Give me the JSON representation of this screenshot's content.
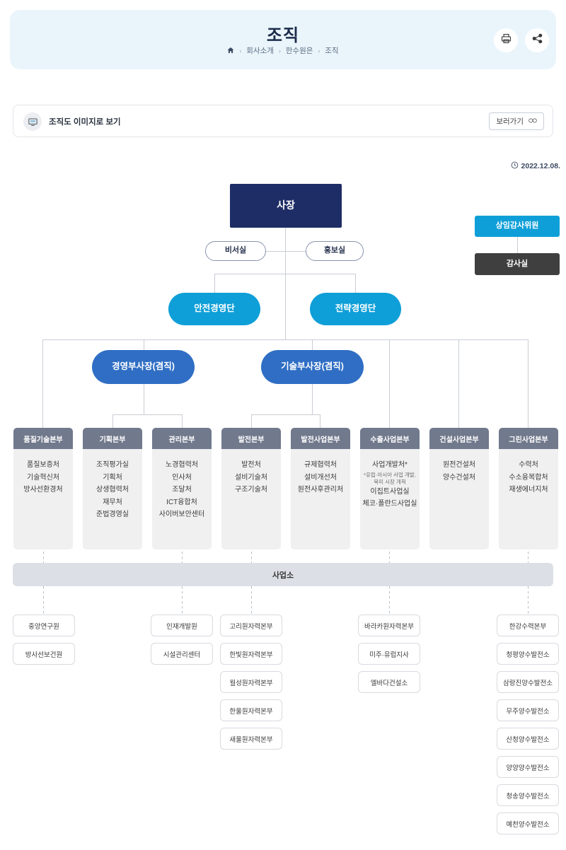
{
  "header": {
    "title": "조직",
    "breadcrumb": [
      "회사소개",
      "한수원은",
      "조직"
    ],
    "home_icon": "home-icon",
    "print_icon": "print-icon",
    "share_icon": "share-icon"
  },
  "viewbar": {
    "icon": "monitor-icon",
    "label": "조직도 이미지로 보기",
    "button_label": "보러가기",
    "button_icon": "link-icon"
  },
  "updated": {
    "icon": "clock-icon",
    "date": "2022.12.08."
  },
  "chart_data": {
    "type": "diagram",
    "title": "조직도",
    "ceo": "사장",
    "staff_offices": [
      "비서실",
      "홍보실"
    ],
    "directorates": [
      "안전경영단",
      "전략경영단"
    ],
    "vice_presidents": [
      "경영부사장(겸직)",
      "기술부사장(겸직)"
    ],
    "audit": [
      "상임감사위원",
      "감사실"
    ],
    "divisions": [
      {
        "name": "품질기술본부",
        "units": [
          "품질보증처",
          "기술혁신처",
          "방사선환경처"
        ],
        "notes": []
      },
      {
        "name": "기획본부",
        "units": [
          "조직평가실",
          "기획처",
          "상생협력처",
          "재무처",
          "준법경영실"
        ],
        "notes": []
      },
      {
        "name": "관리본부",
        "units": [
          "노경협력처",
          "인사처",
          "조달처",
          "ICT융합처",
          "사이버보안센터"
        ],
        "notes": []
      },
      {
        "name": "발전본부",
        "units": [
          "발전처",
          "설비기술처",
          "구조기술처"
        ],
        "notes": []
      },
      {
        "name": "발전사업본부",
        "units": [
          "규제협력처",
          "설비개선처",
          "원전사후관리처"
        ],
        "notes": []
      },
      {
        "name": "수출사업본부",
        "units": [
          "사업개발처*",
          "이집트사업실",
          "체코·폴란드사업실"
        ],
        "notes": [
          "*유럽·아시아 사업 개발,",
          "북미 시장 개척"
        ]
      },
      {
        "name": "건설사업본부",
        "units": [
          "원전건설처",
          "양수건설처"
        ],
        "notes": []
      },
      {
        "name": "그린사업본부",
        "units": [
          "수력처",
          "수소융복합처",
          "재생에너지처"
        ],
        "notes": []
      }
    ],
    "branch_band": "사업소",
    "branch_columns": [
      {
        "column": 1,
        "items": [
          "중앙연구원",
          "방사선보건원"
        ]
      },
      {
        "column": 3,
        "items": [
          "인재개발원",
          "시설관리센터"
        ]
      },
      {
        "column": 4,
        "items": [
          "고리원자력본부",
          "한빛원자력본부",
          "월성원자력본부",
          "한울원자력본부",
          "새울원자력본부"
        ]
      },
      {
        "column": 6,
        "items": [
          "바라카원자력본부",
          "미주·유럽지사",
          "엘바다건설소"
        ]
      },
      {
        "column": 8,
        "items": [
          "한강수력본부",
          "청평양수발전소",
          "삼랑진양수발전소",
          "무주양수발전소",
          "산청양수발전소",
          "양양양수발전소",
          "청송양수발전소",
          "예천양수발전소"
        ]
      }
    ],
    "colors": {
      "ceo": "#1e2d66",
      "directorate": "#0f9fd8",
      "vice_president": "#2f6ec4",
      "division_header": "#71798c",
      "division_body": "#f0f0f0",
      "audit_dark": "#3f3f3f",
      "band": "#dce0e6",
      "hero": "#eaf5fb"
    }
  }
}
